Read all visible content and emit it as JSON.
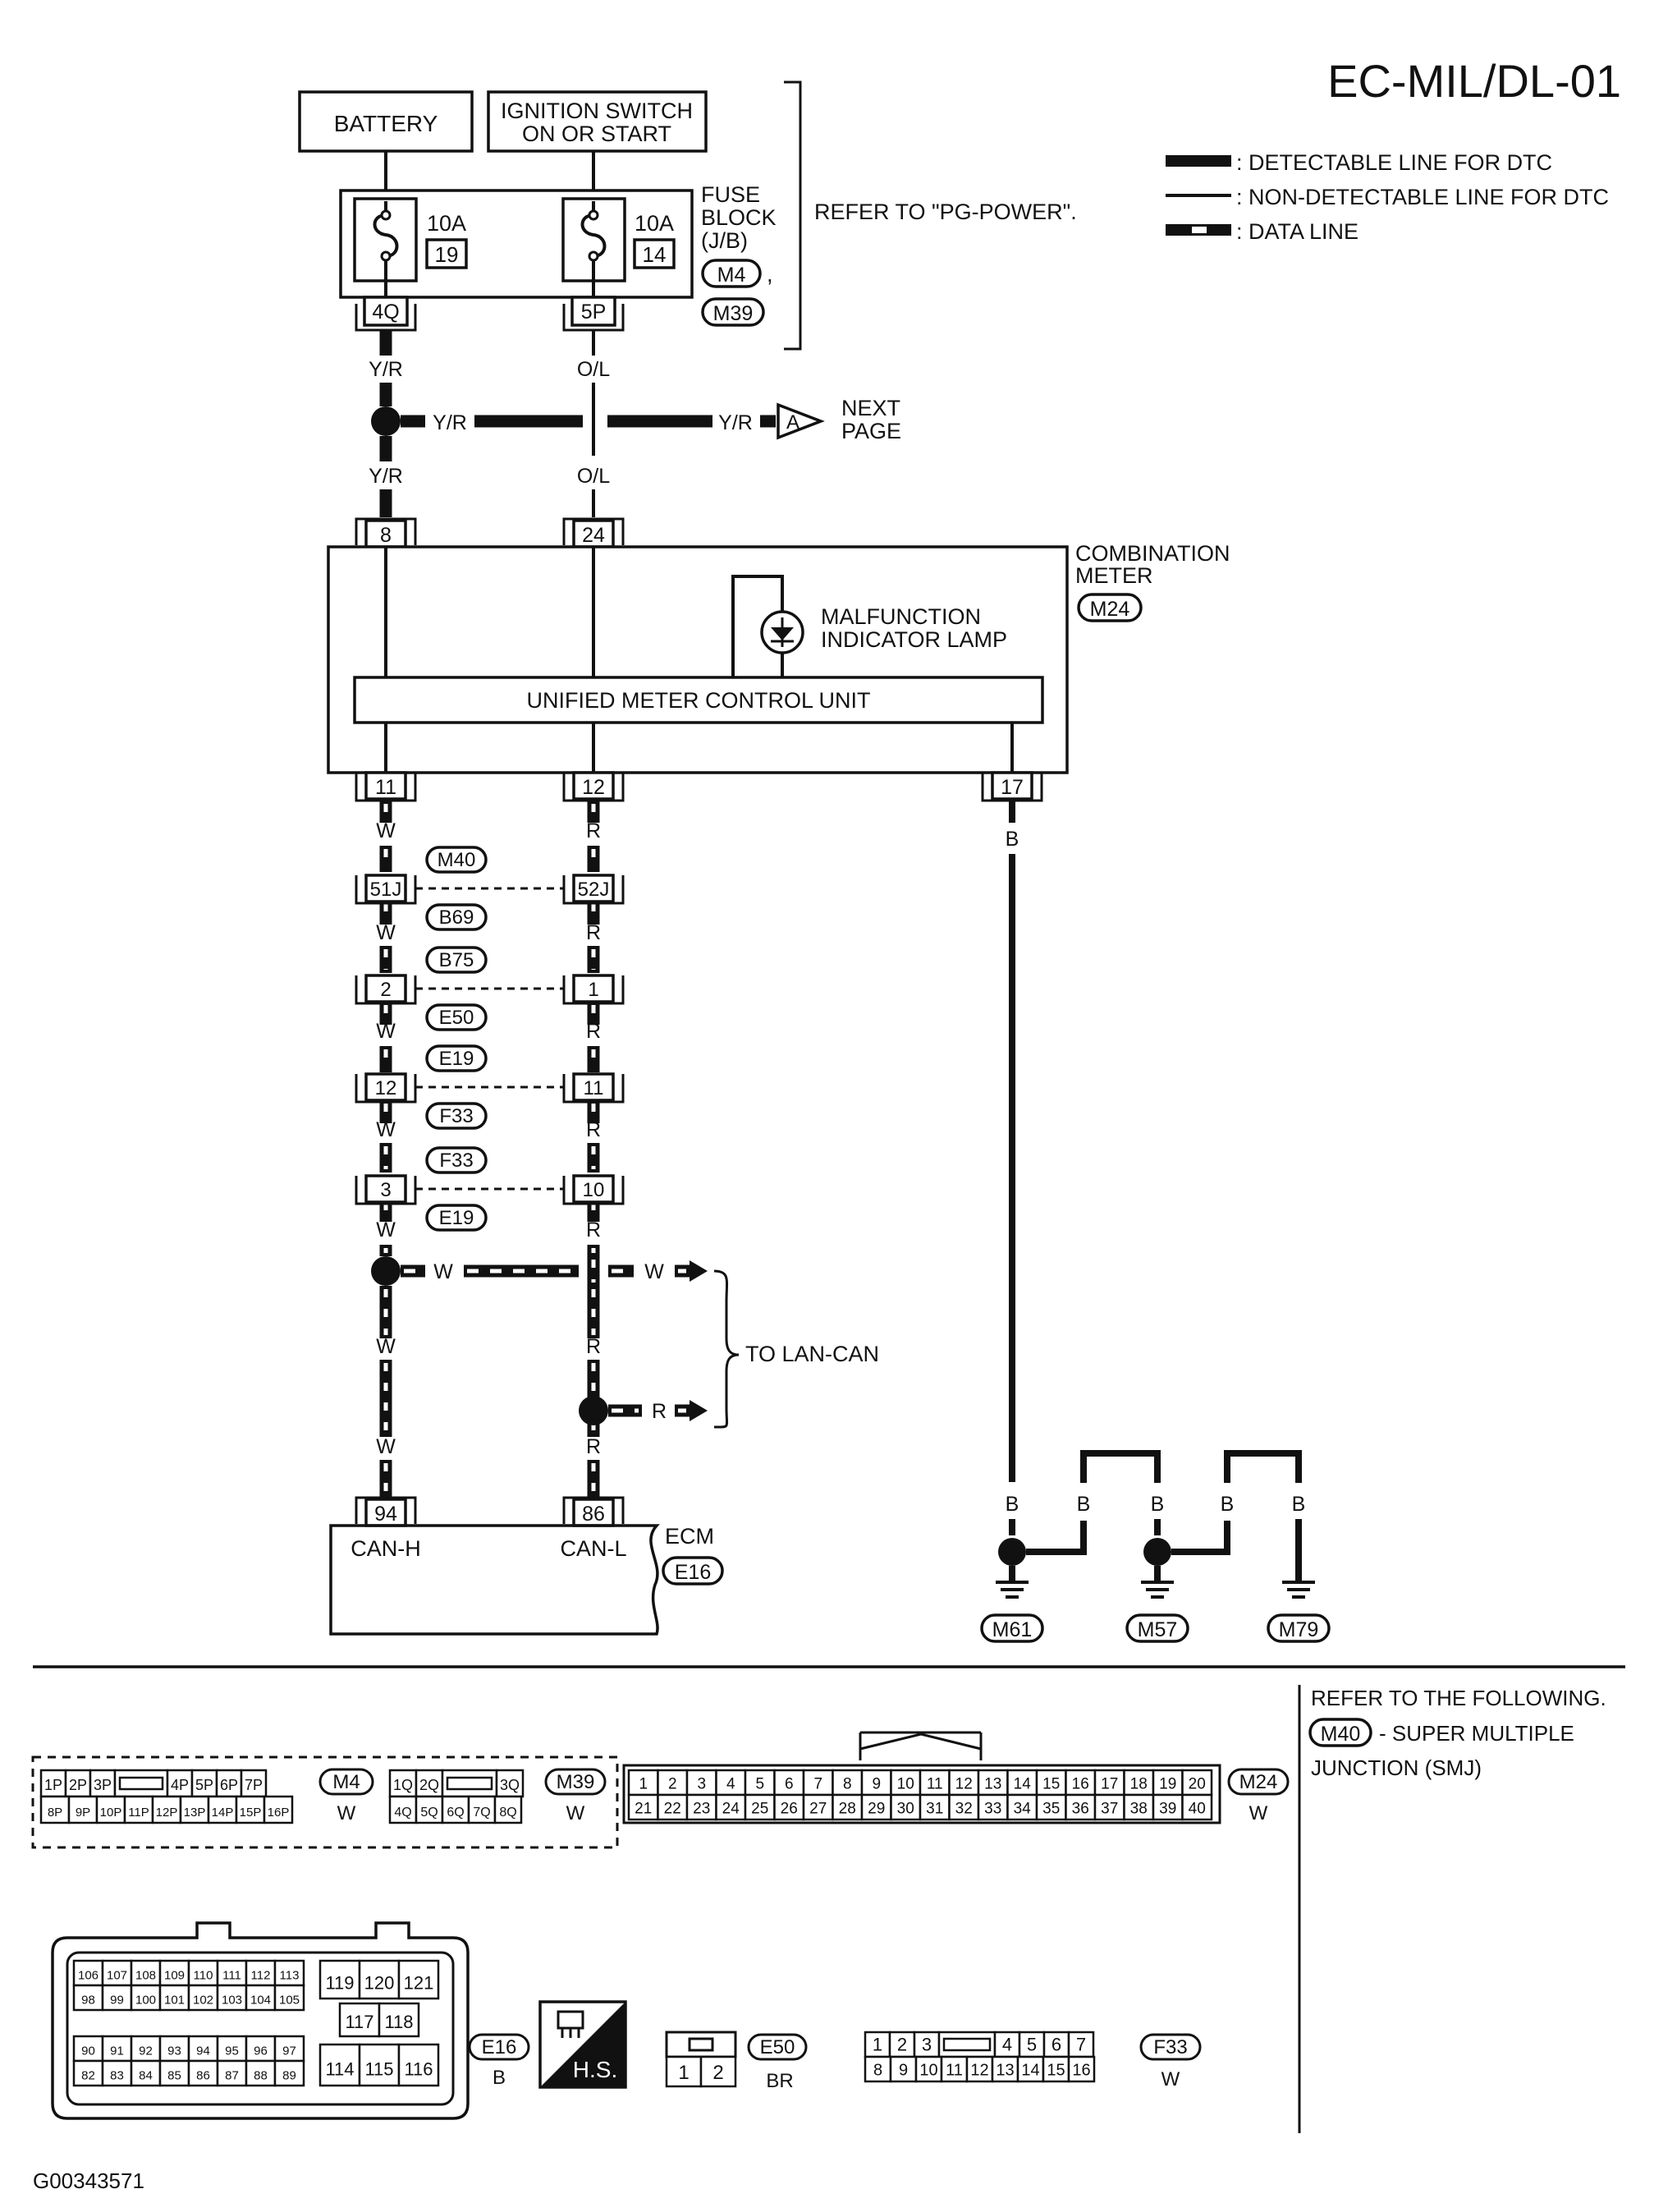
{
  "page": {
    "code": "EC-MIL/DL-01",
    "figure_id": "G00343571"
  },
  "legend": {
    "detectable": ": DETECTABLE LINE FOR DTC",
    "non_detectable": ": NON-DETECTABLE LINE FOR DTC",
    "data_line": ": DATA LINE"
  },
  "power": {
    "battery": "BATTERY",
    "ignition_line1": "IGNITION SWITCH",
    "ignition_line2": "ON OR START",
    "fuse1_amps": "10A",
    "fuse1_no": "19",
    "fuse2_amps": "10A",
    "fuse2_no": "14",
    "fuse_block_l1": "FUSE",
    "fuse_block_l2": "BLOCK",
    "fuse_block_l3": "(J/B)",
    "fuse_conn1": "M4",
    "fuse_conn_sep": ",",
    "fuse_conn2": "M39",
    "term_left": "4Q",
    "term_right": "5P",
    "refer": "REFER TO \"PG-POWER\"."
  },
  "wires": {
    "yr": "Y/R",
    "ol": "O/L",
    "w": "W",
    "r": "R",
    "b": "B"
  },
  "next_page": {
    "connector": "A",
    "line1": "NEXT",
    "line2": "PAGE"
  },
  "meter": {
    "pin_in_left": "8",
    "pin_in_right": "24",
    "title_l1": "COMBINATION",
    "title_l2": "METER",
    "connector": "M24",
    "lamp_l1": "MALFUNCTION",
    "lamp_l2": "INDICATOR LAMP",
    "unit": "UNIFIED METER CONTROL UNIT",
    "pin_out_left": "11",
    "pin_out_mid": "12",
    "pin_out_right": "17"
  },
  "junctions": [
    {
      "left_pin": "51J",
      "right_pin": "52J",
      "conn_top": "M40",
      "conn_bottom": "B69"
    },
    {
      "left_pin": "2",
      "right_pin": "1",
      "conn_top": "B75",
      "conn_bottom": "E50"
    },
    {
      "left_pin": "12",
      "right_pin": "11",
      "conn_top": "E19",
      "conn_bottom": "F33"
    },
    {
      "left_pin": "3",
      "right_pin": "10",
      "conn_top": "F33",
      "conn_bottom": "E19"
    }
  ],
  "lan": {
    "label": "TO LAN-CAN"
  },
  "ecm": {
    "pin_left": "94",
    "pin_right": "86",
    "can_h": "CAN-H",
    "can_l": "CAN-L",
    "label": "ECM",
    "connector": "E16"
  },
  "grounds": {
    "g1": "M61",
    "g2": "M57",
    "g3": "M79"
  },
  "refer_following": {
    "line1": "REFER TO THE FOLLOWING.",
    "connector": "M40",
    "line2": "- SUPER MULTIPLE",
    "line3": "JUNCTION (SMJ)"
  },
  "connector_views": {
    "m4": {
      "label": "M4",
      "color": "W",
      "row1": [
        "1P",
        "2P",
        "3P",
        "",
        "4P",
        "5P",
        "6P",
        "7P"
      ],
      "row2": [
        "8P",
        "9P",
        "10P",
        "11P",
        "12P",
        "13P",
        "14P",
        "15P",
        "16P"
      ]
    },
    "m39": {
      "label": "M39",
      "color": "W",
      "row1": [
        "1Q",
        "2Q",
        "",
        "3Q"
      ],
      "row2": [
        "4Q",
        "5Q",
        "6Q",
        "7Q",
        "8Q"
      ]
    },
    "m24": {
      "label": "M24",
      "color": "W",
      "row1": [
        "1",
        "2",
        "3",
        "4",
        "5",
        "6",
        "7",
        "8",
        "9",
        "10",
        "11",
        "12",
        "13",
        "14",
        "15",
        "16",
        "17",
        "18",
        "19",
        "20"
      ],
      "row2": [
        "21",
        "22",
        "23",
        "24",
        "25",
        "26",
        "27",
        "28",
        "29",
        "30",
        "31",
        "32",
        "33",
        "34",
        "35",
        "36",
        "37",
        "38",
        "39",
        "40"
      ]
    },
    "e16": {
      "label": "E16",
      "color": "B",
      "g_r1": [
        "106",
        "107",
        "108",
        "109",
        "110",
        "111",
        "112",
        "113"
      ],
      "g_r2": [
        "98",
        "99",
        "100",
        "101",
        "102",
        "103",
        "104",
        "105"
      ],
      "g_r3": [
        "90",
        "91",
        "92",
        "93",
        "94",
        "95",
        "96",
        "97"
      ],
      "g_r4": [
        "82",
        "83",
        "84",
        "85",
        "86",
        "87",
        "88",
        "89"
      ],
      "r_top": [
        "119",
        "120",
        "121"
      ],
      "r_mid": [
        "117",
        "118"
      ],
      "r_bot": [
        "114",
        "115",
        "116"
      ]
    },
    "hs": "H.S.",
    "e50": {
      "label": "E50",
      "color": "BR",
      "pins": [
        "1",
        "2"
      ]
    },
    "f33": {
      "label": "F33",
      "color": "W",
      "row1": [
        "1",
        "2",
        "3",
        "",
        "4",
        "5",
        "6",
        "7"
      ],
      "row2": [
        "8",
        "9",
        "10",
        "11",
        "12",
        "13",
        "14",
        "15",
        "16"
      ]
    }
  }
}
